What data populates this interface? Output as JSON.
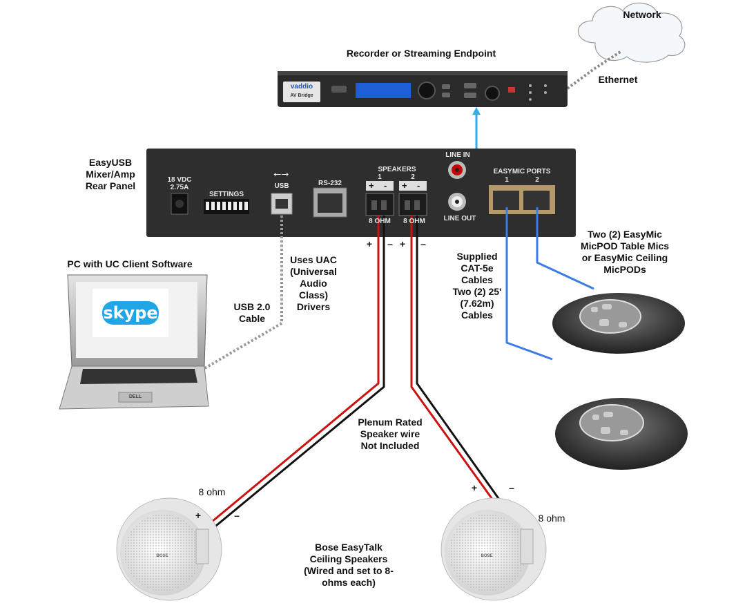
{
  "cloud": {
    "label": "Network"
  },
  "recorder": {
    "title": "Recorder or Streaming Endpoint",
    "brand": "vaddio",
    "model": "AV Bridge"
  },
  "ethernet": {
    "label": "Ethernet"
  },
  "mixer": {
    "caption": "EasyUSB\nMixer/Amp\nRear Panel",
    "power": "18 VDC\n2.75A",
    "settings": "SETTINGS",
    "usb": "USB",
    "rs232": "RS-232",
    "speakers": "SPEAKERS",
    "spk1": "1",
    "spk2": "2",
    "ohm1": "8 OHM",
    "ohm2": "8 OHM",
    "line_in": "LINE IN",
    "line_out": "LINE OUT",
    "easymic": "EASYMIC PORTS",
    "port1": "1",
    "port2": "2",
    "plus": "+",
    "minus": "-"
  },
  "pc": {
    "title": "PC with UC Client Software",
    "screen_logo": "skype",
    "laptop_brand": "DELL"
  },
  "usb_cable": {
    "label": "USB 2.0\nCable"
  },
  "uac": {
    "label": "Uses UAC\n(Universal\nAudio\nClass)\nDrivers"
  },
  "polarity": {
    "plus": "+",
    "minus": "–"
  },
  "cat5": {
    "label": "Supplied\nCAT-5e\nCables\nTwo (2) 25'\n(7.62m)\nCables"
  },
  "mics": {
    "label": "Two (2) EasyMic\nMicPOD Table Mics\nor EasyMic Ceiling\nMicPODs"
  },
  "wire": {
    "label": "Plenum Rated\nSpeaker wire\nNot Included"
  },
  "speakers": {
    "left_ohm": "8 ohm",
    "right_ohm": "8 ohm",
    "label": "Bose EasyTalk\nCeiling Speakers\n(Wired and set to 8-\nohms each)",
    "brand": "BOSE"
  },
  "colors": {
    "ethernet": "#888888",
    "usb": "#999999",
    "line_out_cable": "#33aaee",
    "cat5": "#3b7be8",
    "wire_red": "#cc1111",
    "wire_black": "#111111",
    "panel": "#2e2e2e"
  }
}
